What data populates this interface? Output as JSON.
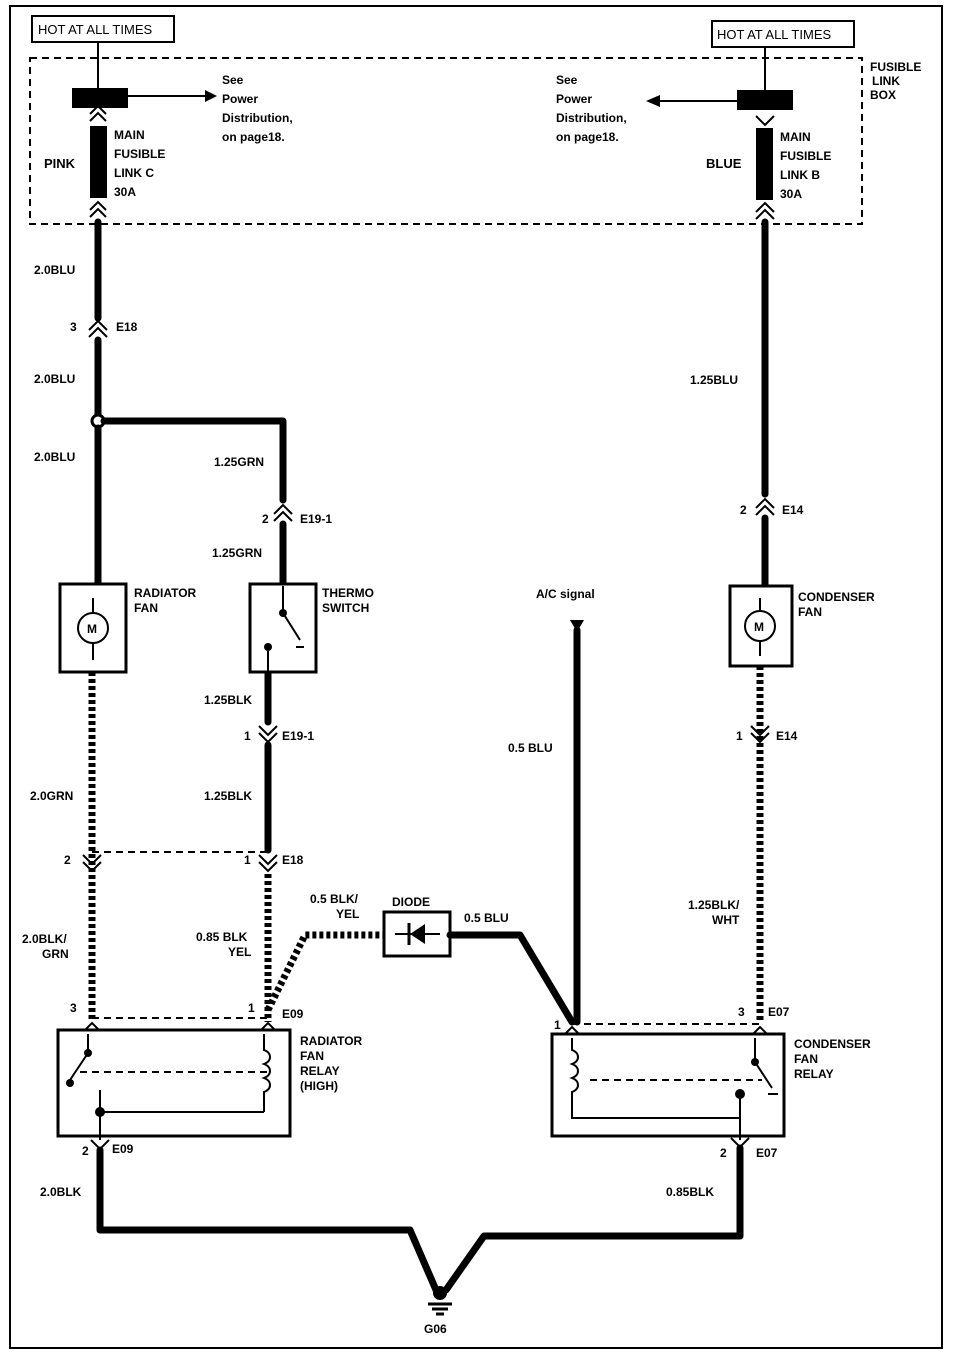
{
  "header": {
    "hot_left": "HOT AT ALL TIMES",
    "hot_right": "HOT AT ALL TIMES"
  },
  "fusible_box": {
    "label_1": "FUSIBLE",
    "label_2": "LINK",
    "label_3": "BOX"
  },
  "see_left": {
    "l1": "See",
    "l2": "Power",
    "l3": "Distribution,",
    "l4": "on page18."
  },
  "see_right": {
    "l1": "See",
    "l2": "Power",
    "l3": "Distribution,",
    "l4": "on page18."
  },
  "link_c": {
    "color": "PINK",
    "l1": "MAIN",
    "l2": "FUSIBLE",
    "l3": "LINK C",
    "l4": "30A"
  },
  "link_b": {
    "color": "BLUE",
    "l1": "MAIN",
    "l2": "FUSIBLE",
    "l3": "LINK B",
    "l4": "30A"
  },
  "wires": {
    "w1": "2.0BLU",
    "w2": "2.0BLU",
    "w3": "2.0BLU",
    "w4": "1.25GRN",
    "w5": "1.25GRN",
    "w6": "1.25BLU",
    "w7": "1.25BLK",
    "w8": "1.25BLK",
    "w9": "2.0GRN",
    "w10a": "2.0BLK/",
    "w10b": "GRN",
    "w11a": "0.85 BLK",
    "w11b": "YEL",
    "w12a": "0.5 BLK/",
    "w12b": "YEL",
    "w13": "0.5 BLU",
    "w14": "0.5 BLU",
    "w15a": "1.25BLK/",
    "w15b": "WHT",
    "w16": "2.0BLK",
    "w17": "0.85BLK"
  },
  "connectors": {
    "e18_a_pin": "3",
    "e18_a": "E18",
    "e19_a_pin": "2",
    "e19_a": "E19-1",
    "e14_a_pin": "2",
    "e14_a": "E14",
    "e19_b_pin": "1",
    "e19_b": "E19-1",
    "e14_b_pin": "1",
    "e14_b": "E14",
    "e18_b_pin1": "2",
    "e18_b_pin2": "1",
    "e18_b": "E18",
    "e09_top_pin1": "3",
    "e09_top_pin2": "1",
    "e09_top": "E09",
    "e07_top_pin1": "1",
    "e07_top_pin2": "3",
    "e07_top": "E07",
    "e09_bot_pin": "2",
    "e09_bot": "E09",
    "e07_bot_pin": "2",
    "e07_bot": "E07"
  },
  "components": {
    "radiator_fan_1": "RADIATOR",
    "radiator_fan_2": "FAN",
    "thermo_1": "THERMO",
    "thermo_2": "SWITCH",
    "condenser_fan_1": "CONDENSER",
    "condenser_fan_2": "FAN",
    "motor_symbol": "M",
    "ac_signal": "A/C signal",
    "diode": "DIODE",
    "rad_relay_1": "RADIATOR",
    "rad_relay_2": "FAN",
    "rad_relay_3": "RELAY",
    "rad_relay_4": "(HIGH)",
    "cond_relay_1": "CONDENSER",
    "cond_relay_2": "FAN",
    "cond_relay_3": "RELAY",
    "ground": "G06"
  }
}
